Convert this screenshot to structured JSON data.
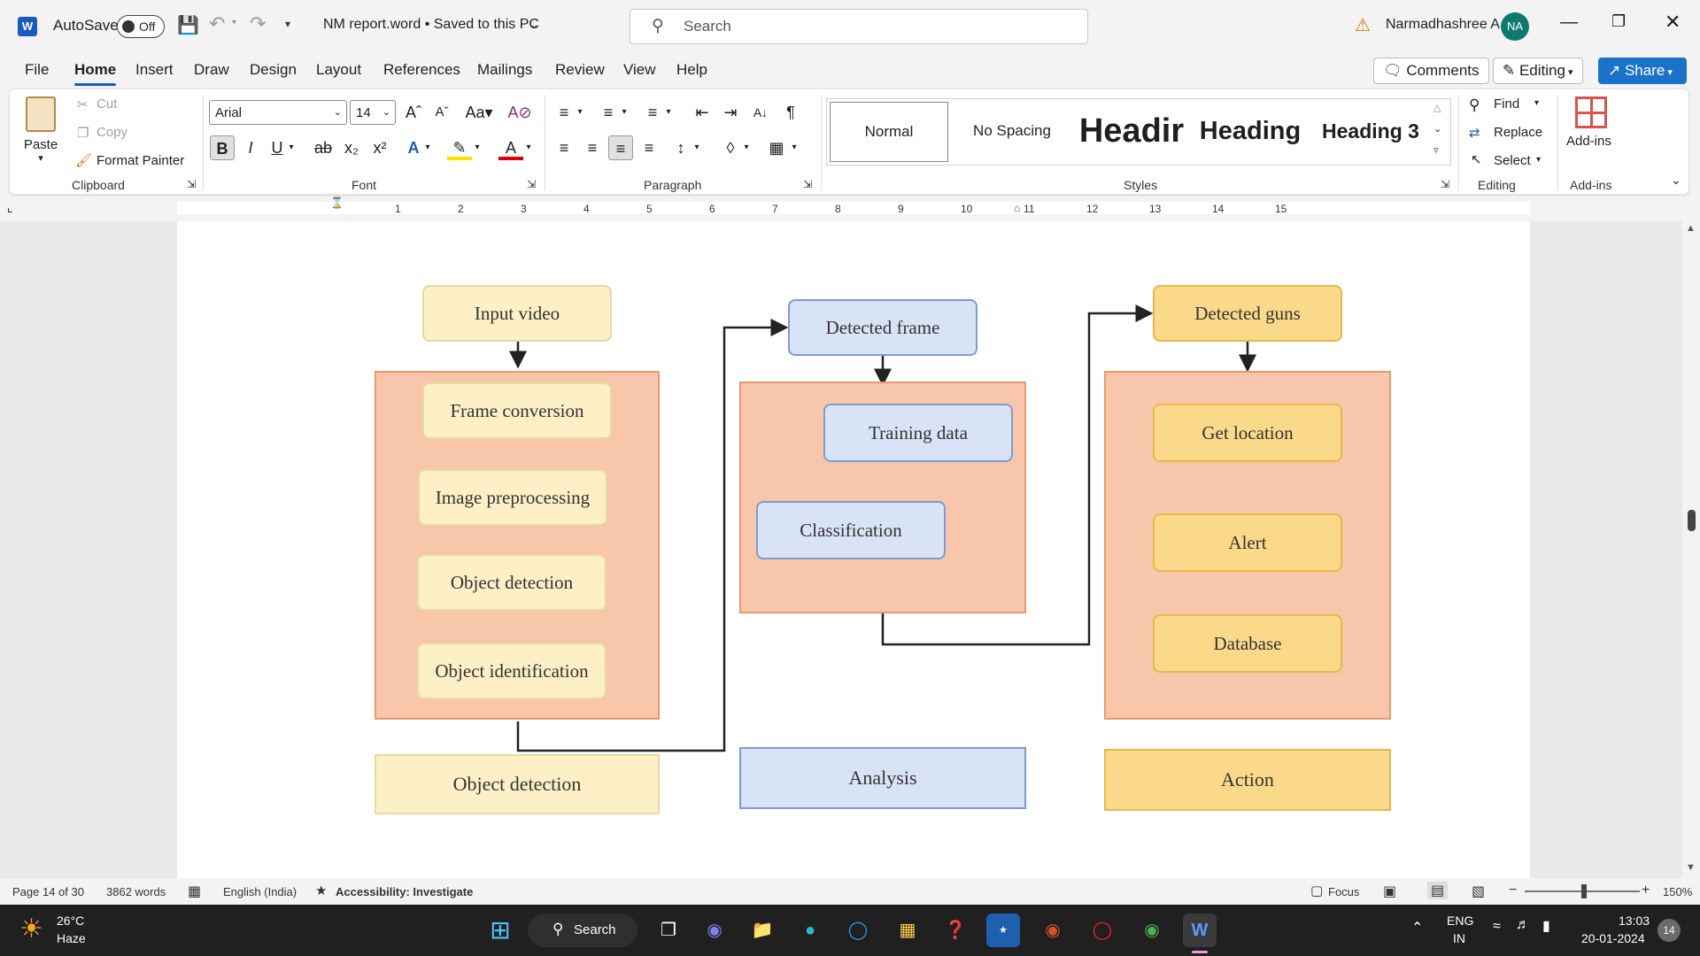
{
  "titlebar": {
    "autosave_label": "AutoSave",
    "autosave_state": "Off",
    "doc_title": "NM report.word • Saved to this PC",
    "search_placeholder": "Search",
    "user_name": "Narmadhashree A",
    "user_initials": "NA"
  },
  "tabs": [
    "File",
    "Home",
    "Insert",
    "Draw",
    "Design",
    "Layout",
    "References",
    "Mailings",
    "Review",
    "View",
    "Help"
  ],
  "actions": {
    "comments": "Comments",
    "editing": "Editing",
    "share": "Share"
  },
  "ribbon": {
    "clipboard": {
      "paste": "Paste",
      "cut": "Cut",
      "copy": "Copy",
      "format_painter": "Format Painter",
      "label": "Clipboard"
    },
    "font": {
      "name": "Arial",
      "size": "14",
      "label": "Font"
    },
    "paragraph": {
      "label": "Paragraph"
    },
    "styles": {
      "items": [
        "Normal",
        "No Spacing",
        "Headir",
        "Heading",
        "Heading 3"
      ],
      "label": "Styles"
    },
    "editing": {
      "find": "Find",
      "replace": "Replace",
      "select": "Select",
      "label": "Editing"
    },
    "addins": {
      "button": "Add-ins",
      "label": "Add-ins"
    }
  },
  "ruler": {
    "numbers": [
      "1",
      "2",
      "3",
      "4",
      "5",
      "6",
      "7",
      "8",
      "9",
      "10",
      "11",
      "12",
      "13",
      "14",
      "15"
    ]
  },
  "diagram": {
    "col1": {
      "top": "Input video",
      "steps": [
        "Frame conversion",
        "Image preprocessing",
        "Object detection",
        "Object identification"
      ],
      "caption": "Object detection"
    },
    "col2": {
      "top": "Detected frame",
      "steps": [
        "Training data",
        "Classification"
      ],
      "caption": "Analysis"
    },
    "col3": {
      "top": "Detected guns",
      "steps": [
        "Get location",
        "Alert",
        "Database"
      ],
      "caption": "Action"
    }
  },
  "status": {
    "page": "Page 14 of 30",
    "words": "3862 words",
    "language": "English (India)",
    "accessibility": "Accessibility: Investigate",
    "focus": "Focus",
    "zoom": "150%"
  },
  "taskbar": {
    "weather_temp": "26°C",
    "weather_text": "Haze",
    "search": "Search",
    "lang1": "ENG",
    "lang2": "IN",
    "time": "13:03",
    "date": "20-01-2024",
    "notifications": "14"
  }
}
